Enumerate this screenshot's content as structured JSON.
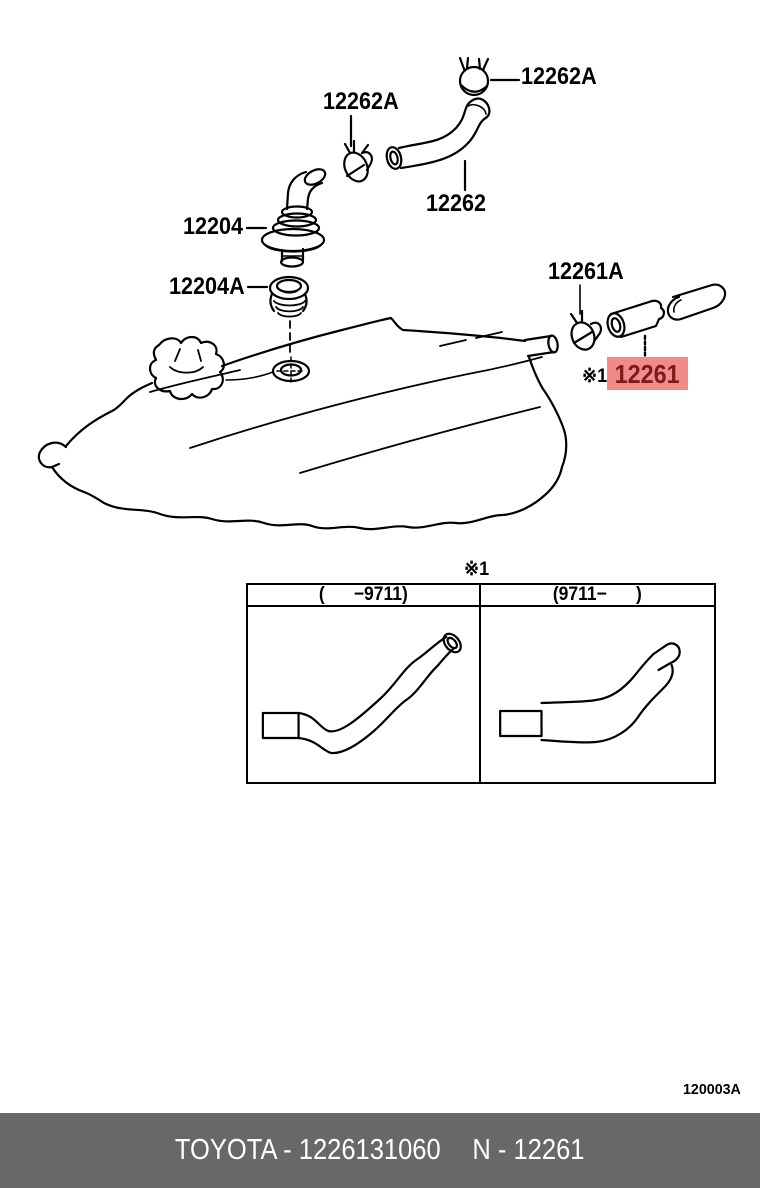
{
  "colors": {
    "line": "#000000",
    "highlight_bg": "#f28a8a",
    "highlight_text": "#7d1b1b",
    "footer_bg": "#686868",
    "footer_text": "#ffffff"
  },
  "diagram": {
    "callouts": {
      "clamp_upper": "12262A",
      "clamp_lower": "12262A",
      "hose": "12262",
      "valve": "12204",
      "grommet": "12204A",
      "clip": "12261A",
      "hose_no2": "12261"
    },
    "ref_mark": "※1",
    "drawing_number": "120003A"
  },
  "variant_table": {
    "ref_mark": "※1",
    "col_left": "(      −9711)",
    "col_right": "(9711−      )"
  },
  "footer": {
    "left": "TOYOTA - 1226131060",
    "right": "N - 12261"
  }
}
